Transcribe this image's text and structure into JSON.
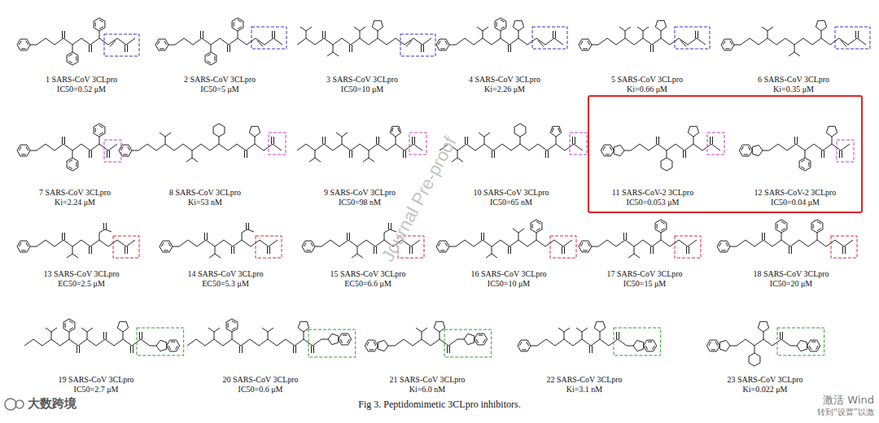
{
  "diagram": {
    "caption": "Fig 3. Peptidomimetic 3CLpro inhibitors.",
    "nodes": [
      {
        "text": [
          "11 SARS-CoV-2 3CLpro",
          "IC50=0.053 μM",
          "12 SARS-CoV-2 3CLpro",
          "IC50=0.04 μM"
        ]
      }
    ],
    "labels": [
      "1 SARS-CoV 3CLpro",
      "IC50=0.52 μM",
      "2 SARS-CoV 3CLpro",
      "IC50=5 μM",
      "3 SARS-CoV 3CLpro",
      "IC50=10 μM",
      "4 SARS-CoV 3CLpro",
      "Ki=2.26 μM",
      "5 SARS-CoV 3CLpro",
      "Ki=0.66 μM",
      "6 SARS-CoV 3CLpro",
      "Ki=0.35 μM",
      "7 SARS-CoV 3CLpro",
      "Ki=2.24 μM",
      "8 SARS-CoV 3CLpro",
      "Ki=53 nM",
      "9 SARS-CoV 3CLpro",
      "IC50=98 nM",
      "10 SARS-CoV 3CLpro",
      "IC50=65 nM",
      "13 SARS-CoV 3CLpro",
      "EC50=2.5 μM",
      "14 SARS-CoV 3CLpro",
      "EC50=5.3 μM",
      "15 SARS-CoV 3CLpro",
      "EC50=6.6 μM",
      "16 SARS-CoV 3CLpro",
      "IC50=10 μM",
      "17 SARS-CoV 3CLpro",
      "IC50=15 μM",
      "18 SARS-CoV 3CLpro",
      "IC50=20 μM",
      "19 SARS-CoV 3CLpro",
      "IC50=2.7 μM",
      "20 SARS-CoV 3CLpro",
      "IC50=0.6 μM",
      "21 SARS-CoV 3CLpro",
      "Ki=6.0 nM",
      "22 SARS-CoV 3CLpro",
      "Ki=3.1 nM",
      "23 SARS-CoV 3CLpro",
      "Ki=0.022 μM",
      "Journal Pre-proof",
      "大数跨境",
      "激活 Wind",
      "转到“设置”以激"
    ]
  }
}
